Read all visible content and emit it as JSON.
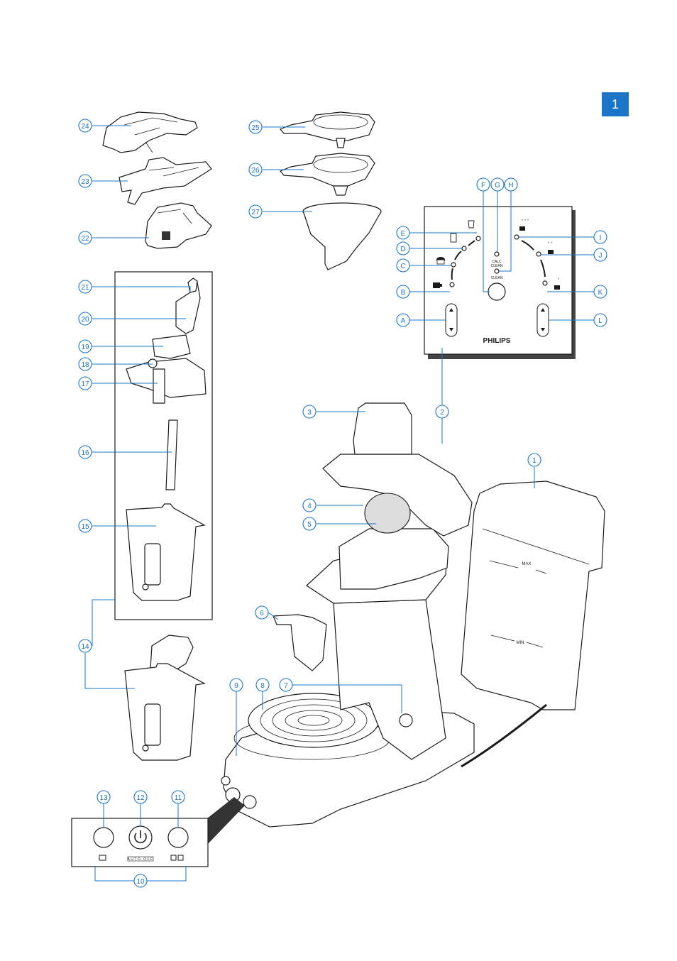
{
  "page_number": "1",
  "panel": {
    "brand": "PHILIPS",
    "calc_clean_line1": "CALC",
    "calc_clean_line2": "CLEAN",
    "clean_label": "CLEAN"
  },
  "button_panel": {
    "auto_off_label": "AUTO OFF"
  },
  "reservoir": {
    "max_label": "MAX",
    "min_label": "MIN"
  },
  "callouts": [
    "1",
    "2",
    "3",
    "4",
    "5",
    "6",
    "7",
    "8",
    "9",
    "10",
    "11",
    "12",
    "13",
    "14",
    "15",
    "16",
    "17",
    "18",
    "19",
    "20",
    "21",
    "22",
    "23",
    "24",
    "25",
    "26",
    "27",
    "A",
    "B",
    "C",
    "D",
    "E",
    "F",
    "G",
    "H",
    "I",
    "J",
    "K",
    "L"
  ],
  "icons": [
    "single-cup-icon",
    "double-cup-icon",
    "power-icon",
    "coffee-strength-icon",
    "espresso-icon",
    "latte-icon",
    "milk-icon"
  ]
}
